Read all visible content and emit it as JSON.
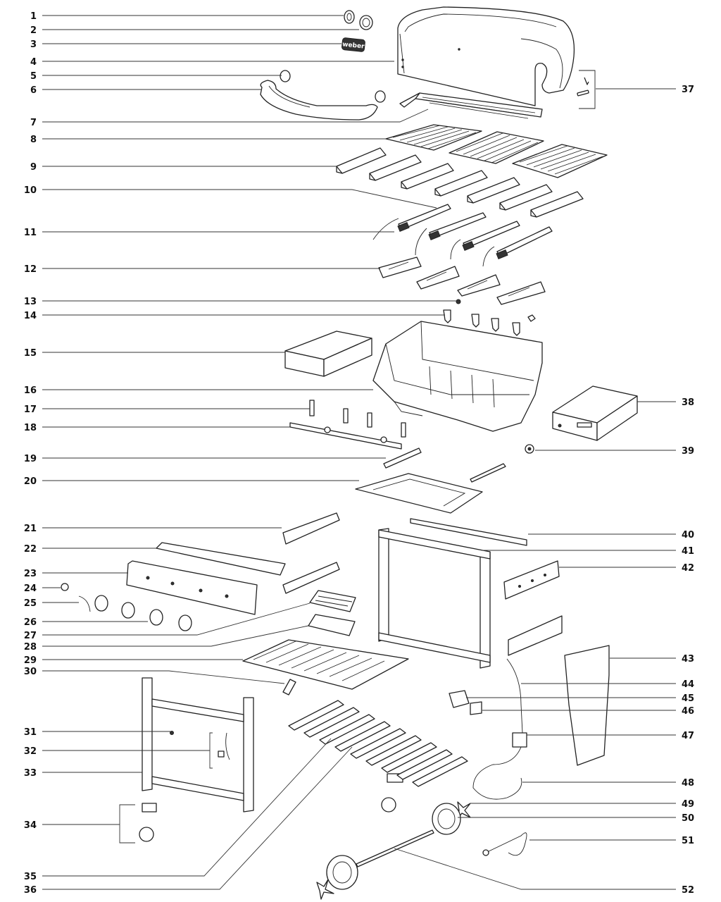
{
  "callouts": [
    {
      "n": "1",
      "side": "left"
    },
    {
      "n": "2",
      "side": "left"
    },
    {
      "n": "3",
      "side": "left"
    },
    {
      "n": "4",
      "side": "left"
    },
    {
      "n": "5",
      "side": "left"
    },
    {
      "n": "6",
      "side": "left"
    },
    {
      "n": "7",
      "side": "left"
    },
    {
      "n": "8",
      "side": "left"
    },
    {
      "n": "9",
      "side": "left"
    },
    {
      "n": "10",
      "side": "left"
    },
    {
      "n": "11",
      "side": "left"
    },
    {
      "n": "12",
      "side": "left"
    },
    {
      "n": "13",
      "side": "left"
    },
    {
      "n": "14",
      "side": "left"
    },
    {
      "n": "15",
      "side": "left"
    },
    {
      "n": "16",
      "side": "left"
    },
    {
      "n": "17",
      "side": "left"
    },
    {
      "n": "18",
      "side": "left"
    },
    {
      "n": "19",
      "side": "left"
    },
    {
      "n": "20",
      "side": "left"
    },
    {
      "n": "21",
      "side": "left"
    },
    {
      "n": "22",
      "side": "left"
    },
    {
      "n": "23",
      "side": "left"
    },
    {
      "n": "24",
      "side": "left"
    },
    {
      "n": "25",
      "side": "left"
    },
    {
      "n": "26",
      "side": "left"
    },
    {
      "n": "27",
      "side": "left"
    },
    {
      "n": "28",
      "side": "left"
    },
    {
      "n": "29",
      "side": "left"
    },
    {
      "n": "30",
      "side": "left"
    },
    {
      "n": "31",
      "side": "left"
    },
    {
      "n": "32",
      "side": "left"
    },
    {
      "n": "33",
      "side": "left"
    },
    {
      "n": "34",
      "side": "left"
    },
    {
      "n": "35",
      "side": "left"
    },
    {
      "n": "36",
      "side": "left"
    },
    {
      "n": "37",
      "side": "right"
    },
    {
      "n": "38",
      "side": "right"
    },
    {
      "n": "39",
      "side": "right"
    },
    {
      "n": "40",
      "side": "right"
    },
    {
      "n": "41",
      "side": "right"
    },
    {
      "n": "42",
      "side": "right"
    },
    {
      "n": "43",
      "side": "right"
    },
    {
      "n": "44",
      "side": "right"
    },
    {
      "n": "45",
      "side": "right"
    },
    {
      "n": "46",
      "side": "right"
    },
    {
      "n": "47",
      "side": "right"
    },
    {
      "n": "48",
      "side": "right"
    },
    {
      "n": "49",
      "side": "right"
    },
    {
      "n": "50",
      "side": "right"
    },
    {
      "n": "51",
      "side": "right"
    },
    {
      "n": "52",
      "side": "right"
    }
  ],
  "badge_text": "weber",
  "colors": {
    "ink": "#222222",
    "label": "#111111",
    "paper": "#ffffff"
  }
}
